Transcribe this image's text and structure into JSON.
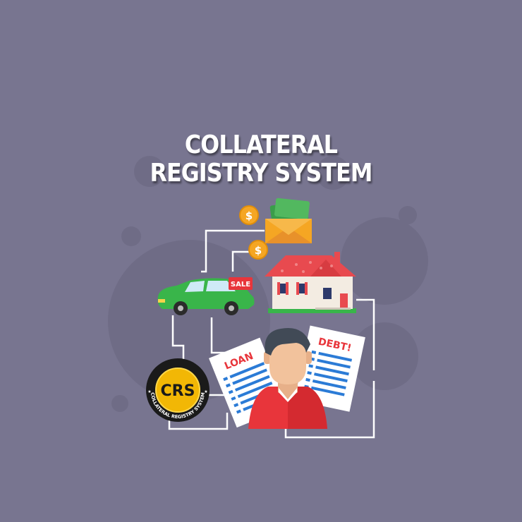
{
  "title": {
    "line1": "COLLATERAL",
    "line2": "REGISTRY SYSTEM"
  },
  "car": {
    "tag": "SALE"
  },
  "coins": {
    "symbol": "$"
  },
  "documents": {
    "left_label": "LOAN",
    "right_label": "DEBT!"
  },
  "logo": {
    "monogram": "CRS",
    "ring_text": "COLLATERAL REGISTRY SYSTEM"
  },
  "colors": {
    "background": "#787590",
    "circle": "#6f6c86",
    "line": "#ffffff",
    "car": "#39b54a",
    "roof": "#e84a4f",
    "shirt": "#e8353b",
    "doc_text": "#e8353b",
    "doc_lines": "#2b7bd6",
    "logo_gold": "#f2b705"
  }
}
